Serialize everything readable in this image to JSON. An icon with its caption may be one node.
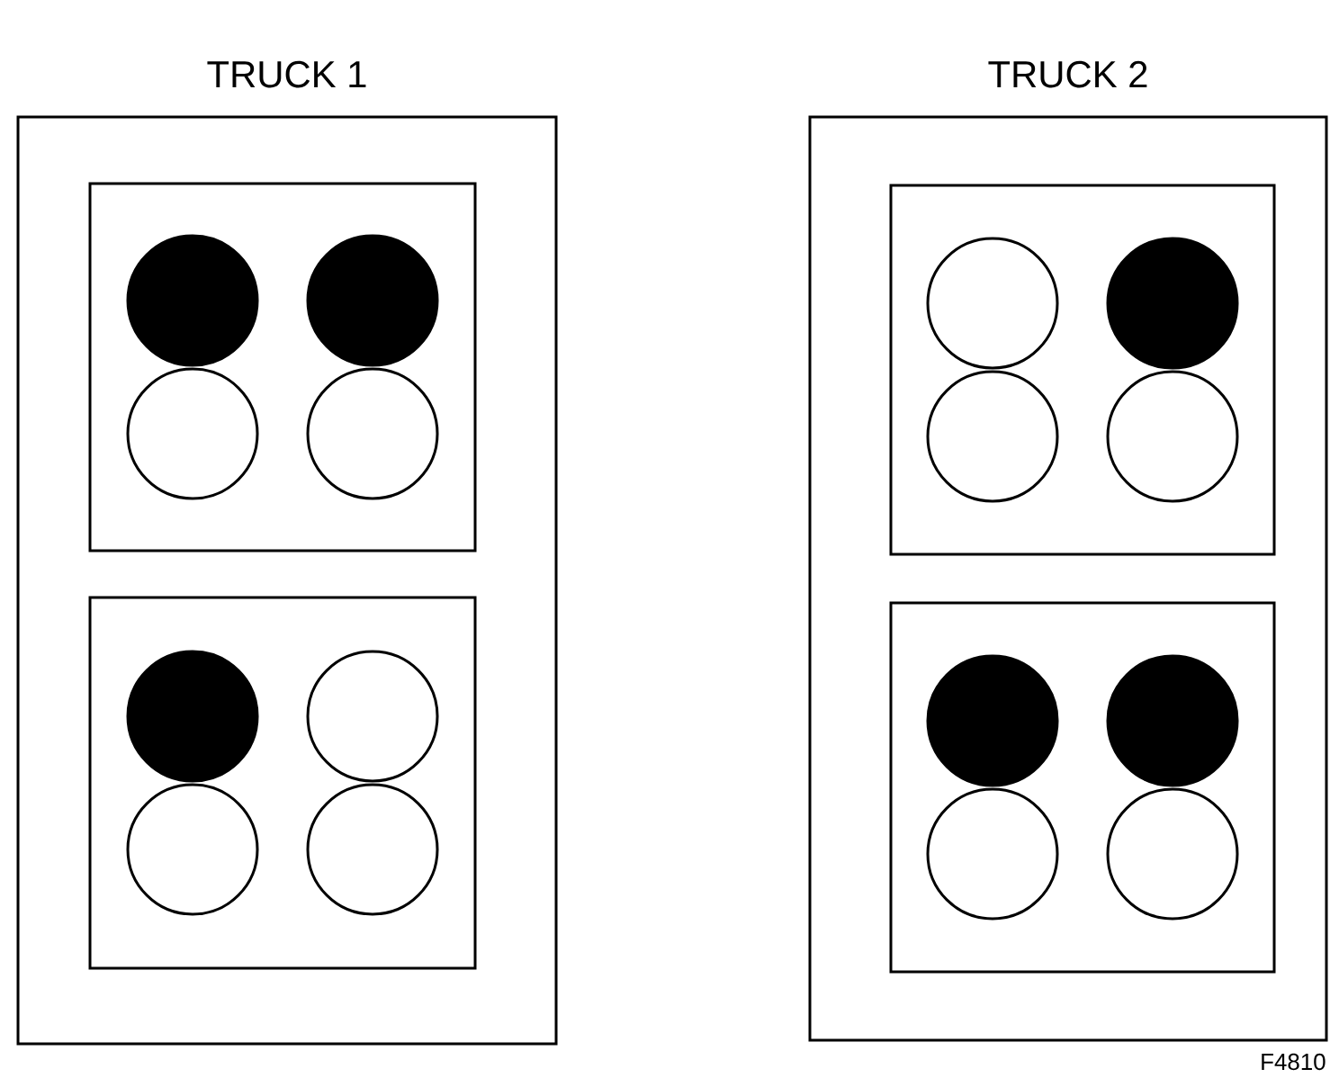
{
  "diagram": {
    "nodes": [
      {
        "text": [
          "TRUCK 1"
        ]
      },
      {
        "text": [],
        "shape": "box",
        "in": 0
      },
      {
        "text": [],
        "shape": "disc",
        "in": 1
      },
      {
        "text": [],
        "shape": "disc",
        "in": 1
      },
      {
        "text": [],
        "shape": "circle",
        "in": 1
      },
      {
        "text": [],
        "shape": "circle",
        "in": 1
      },
      {
        "text": [],
        "shape": "box",
        "in": 0
      },
      {
        "text": [],
        "shape": "disc",
        "in": 6
      },
      {
        "text": [],
        "shape": "circle",
        "in": 6
      },
      {
        "text": [],
        "shape": "circle",
        "in": 6
      },
      {
        "text": [],
        "shape": "circle",
        "in": 6
      },
      {
        "text": [
          "TRUCK 2"
        ]
      },
      {
        "text": [],
        "shape": "box",
        "in": 11
      },
      {
        "text": [],
        "shape": "circle",
        "in": 12
      },
      {
        "text": [],
        "shape": "disc",
        "in": 12
      },
      {
        "text": [],
        "shape": "circle",
        "in": 12
      },
      {
        "text": [],
        "shape": "circle",
        "in": 12
      },
      {
        "text": [],
        "shape": "box",
        "in": 11
      },
      {
        "text": [],
        "shape": "disc",
        "in": 17
      },
      {
        "text": [],
        "shape": "disc",
        "in": 17
      },
      {
        "text": [],
        "shape": "circle",
        "in": 17
      },
      {
        "text": [],
        "shape": "circle",
        "in": 17
      }
    ],
    "edges": [],
    "labels": [
      "F4810"
    ]
  }
}
